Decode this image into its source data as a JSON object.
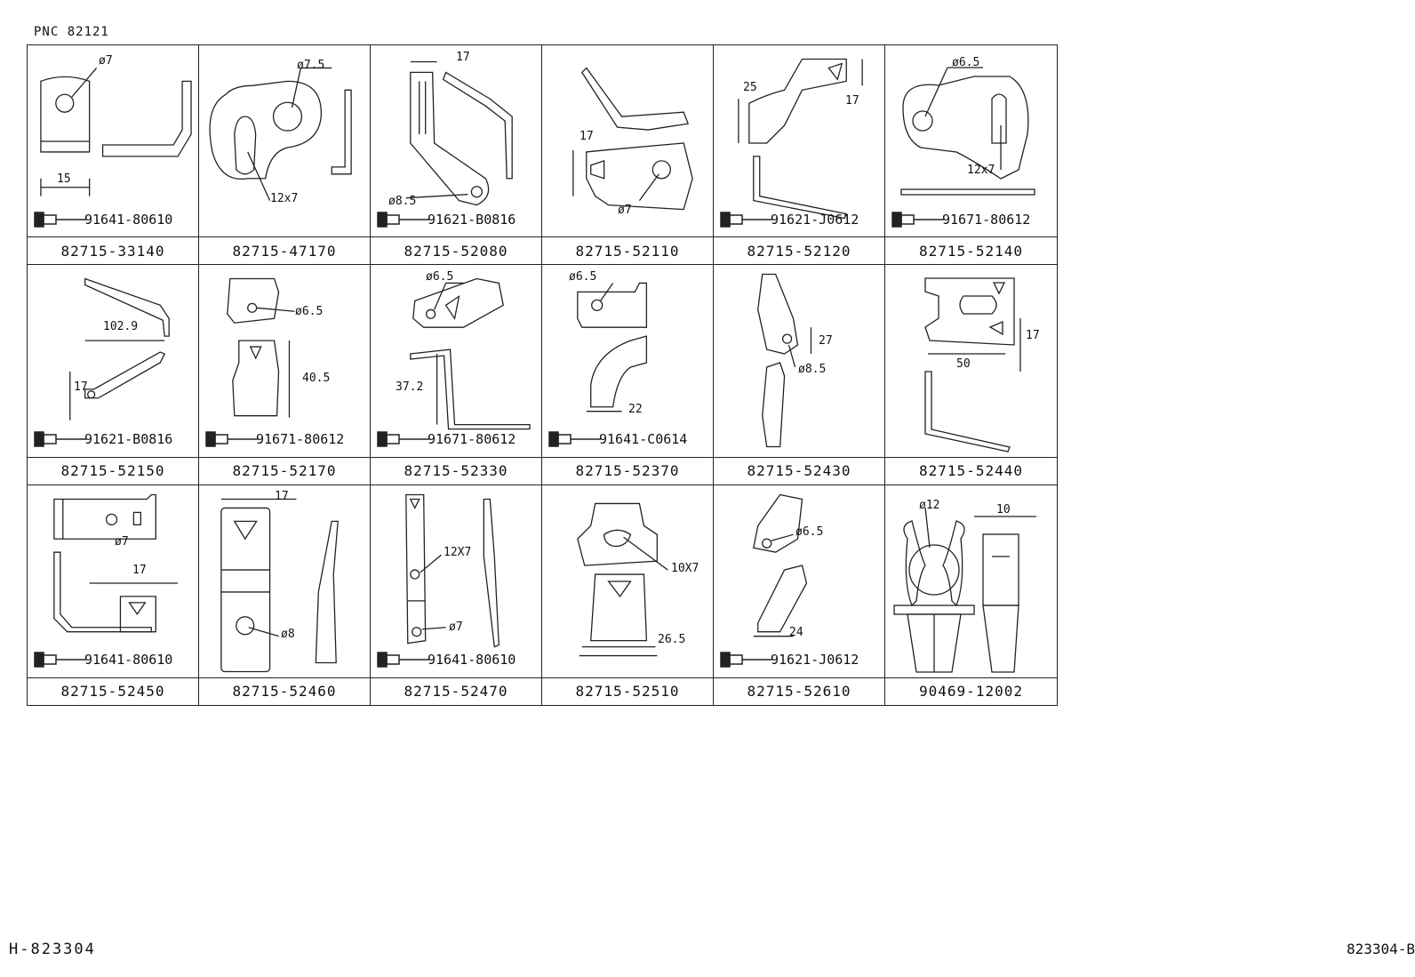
{
  "header": {
    "pnc": "PNC 82121"
  },
  "footer": {
    "left": "H-823304",
    "right": "823304-B"
  },
  "cells": [
    {
      "part": "82715-33140",
      "bolt": "91641-80610",
      "dims": [
        "ø7",
        "15"
      ]
    },
    {
      "part": "82715-47170",
      "bolt": "",
      "dims": [
        "ø7.5",
        "12x7"
      ]
    },
    {
      "part": "82715-52080",
      "bolt": "91621-B0816",
      "dims": [
        "17",
        "ø8.5"
      ]
    },
    {
      "part": "82715-52110",
      "bolt": "",
      "dims": [
        "17",
        "ø7"
      ]
    },
    {
      "part": "82715-52120",
      "bolt": "91621-J0612",
      "dims": [
        "25",
        "17"
      ]
    },
    {
      "part": "82715-52140",
      "bolt": "91671-80612",
      "dims": [
        "ø6.5",
        "12x7"
      ]
    },
    {
      "part": "82715-52150",
      "bolt": "91621-B0816",
      "dims": [
        "102.9",
        "17"
      ]
    },
    {
      "part": "82715-52170",
      "bolt": "91671-80612",
      "dims": [
        "ø6.5",
        "40.5"
      ]
    },
    {
      "part": "82715-52330",
      "bolt": "91671-80612",
      "dims": [
        "ø6.5",
        "37.2"
      ]
    },
    {
      "part": "82715-52370",
      "bolt": "91641-C0614",
      "dims": [
        "ø6.5",
        "22"
      ]
    },
    {
      "part": "82715-52430",
      "bolt": "",
      "dims": [
        "27",
        "ø8.5"
      ]
    },
    {
      "part": "82715-52440",
      "bolt": "",
      "dims": [
        "17",
        "50"
      ]
    },
    {
      "part": "82715-52450",
      "bolt": "91641-80610",
      "dims": [
        "ø7",
        "17"
      ]
    },
    {
      "part": "82715-52460",
      "bolt": "",
      "dims": [
        "17",
        "ø8"
      ]
    },
    {
      "part": "82715-52470",
      "bolt": "91641-80610",
      "dims": [
        "12X7",
        "ø7"
      ]
    },
    {
      "part": "82715-52510",
      "bolt": "",
      "dims": [
        "10X7",
        "26.5"
      ]
    },
    {
      "part": "82715-52610",
      "bolt": "91621-J0612",
      "dims": [
        "ø6.5",
        "24"
      ]
    },
    {
      "part": "90469-12002",
      "bolt": "",
      "dims": [
        "ø12",
        "10"
      ]
    }
  ]
}
